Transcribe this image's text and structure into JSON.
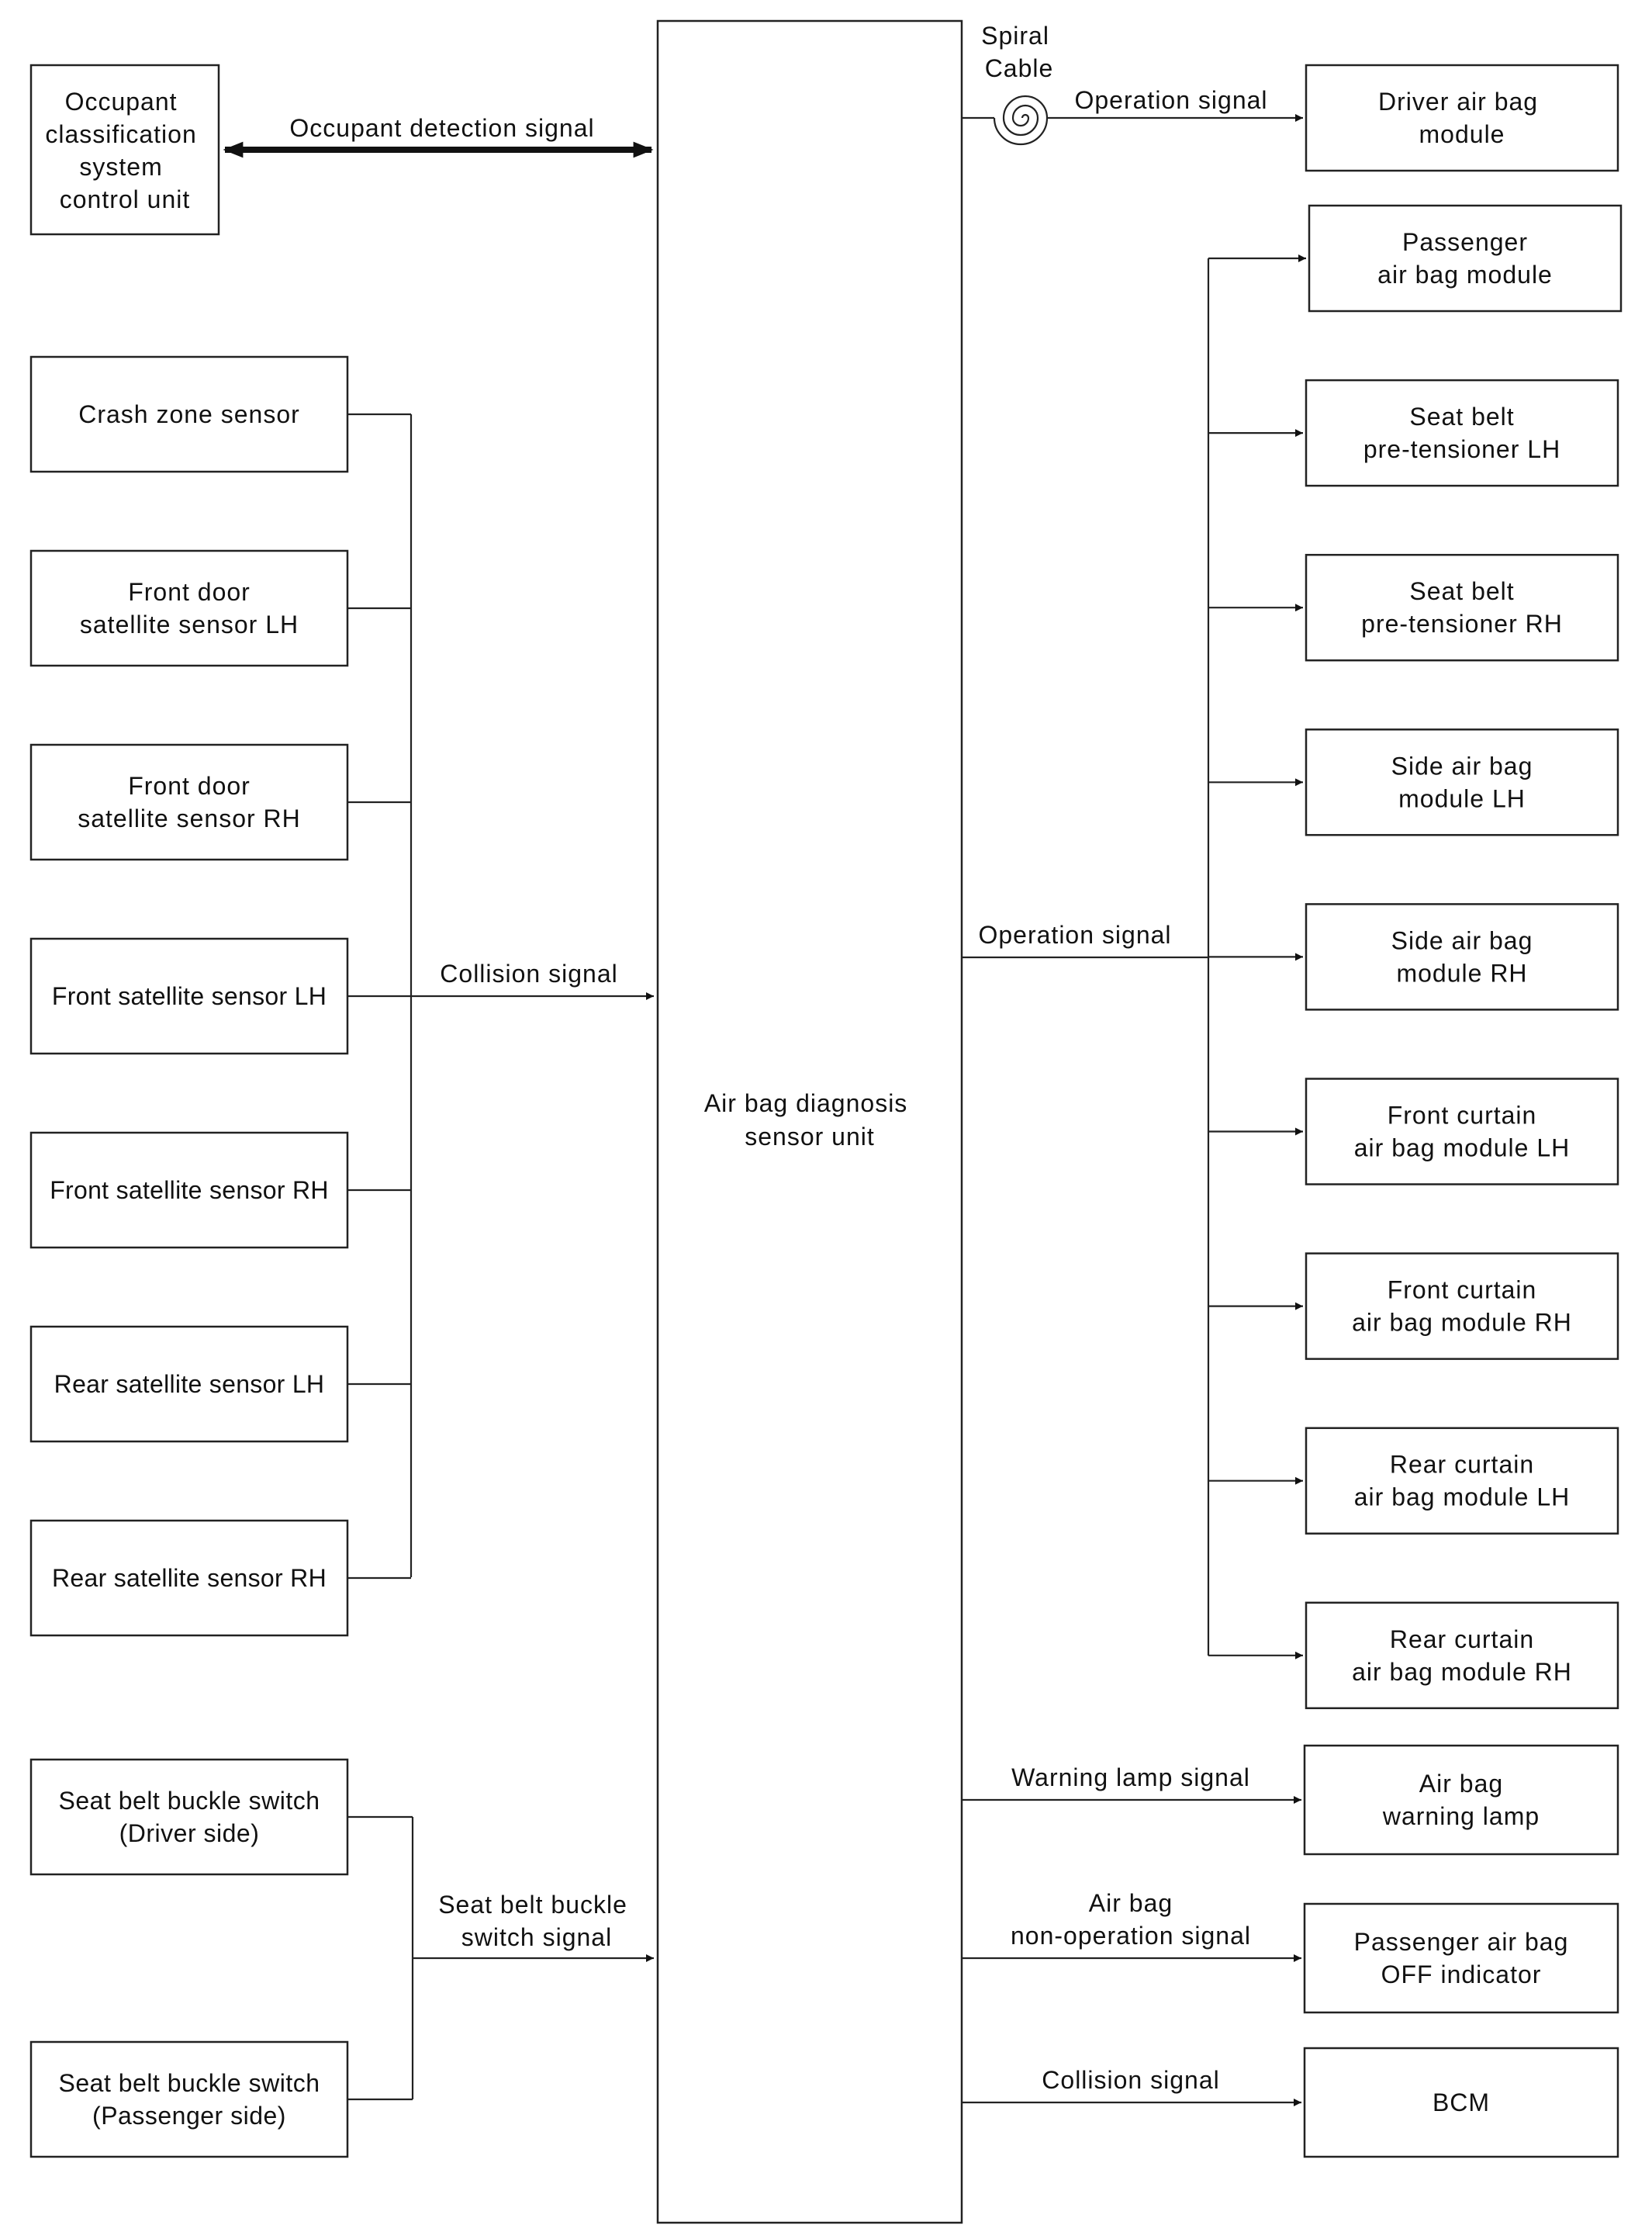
{
  "center_unit": {
    "lines": [
      "Air bag diagnosis",
      "sensor unit"
    ]
  },
  "occupant": {
    "box": {
      "lines": [
        "Occupant",
        "classification",
        "system",
        "control unit"
      ]
    },
    "signal": "Occupant detection signal"
  },
  "spiral_cable": {
    "lines": [
      "Spiral",
      "Cable"
    ]
  },
  "driver_module": {
    "signal": "Operation signal",
    "box": {
      "lines": [
        "Driver air bag",
        "module"
      ]
    }
  },
  "collision_inputs": {
    "signal": "Collision signal",
    "sensors": [
      {
        "lines": [
          "Crash zone sensor"
        ]
      },
      {
        "lines": [
          "Front door",
          "satellite sensor LH"
        ]
      },
      {
        "lines": [
          "Front door",
          "satellite sensor RH"
        ]
      },
      {
        "lines": [
          "Front satellite sensor LH"
        ]
      },
      {
        "lines": [
          "Front satellite sensor RH"
        ]
      },
      {
        "lines": [
          "Rear satellite sensor LH"
        ]
      },
      {
        "lines": [
          "Rear satellite sensor RH"
        ]
      }
    ]
  },
  "buckle_inputs": {
    "signal_lines": [
      "Seat belt buckle",
      "switch signal"
    ],
    "switches": [
      {
        "lines": [
          "Seat belt buckle switch",
          "(Driver side)"
        ]
      },
      {
        "lines": [
          "Seat belt buckle switch",
          "(Passenger side)"
        ]
      }
    ]
  },
  "operation_outputs": {
    "signal": "Operation signal",
    "modules": [
      {
        "lines": [
          "Passenger",
          "air bag module"
        ]
      },
      {
        "lines": [
          "Seat belt",
          "pre-tensioner LH"
        ]
      },
      {
        "lines": [
          "Seat belt",
          "pre-tensioner RH"
        ]
      },
      {
        "lines": [
          "Side air bag",
          "module LH"
        ]
      },
      {
        "lines": [
          "Side air bag",
          "module RH"
        ]
      },
      {
        "lines": [
          "Front curtain",
          "air bag module LH"
        ]
      },
      {
        "lines": [
          "Front curtain",
          "air bag module RH"
        ]
      },
      {
        "lines": [
          "Rear curtain",
          "air bag module LH"
        ]
      },
      {
        "lines": [
          "Rear curtain",
          "air bag module RH"
        ]
      }
    ]
  },
  "other_outputs": [
    {
      "signal_lines": [
        "Warning lamp signal"
      ],
      "box": {
        "lines": [
          "Air bag",
          "warning lamp"
        ]
      }
    },
    {
      "signal_lines": [
        "Air bag",
        "non-operation signal"
      ],
      "box": {
        "lines": [
          "Passenger air bag",
          "OFF indicator"
        ]
      }
    },
    {
      "signal_lines": [
        "Collision signal"
      ],
      "box": {
        "lines": [
          "BCM"
        ]
      }
    }
  ]
}
